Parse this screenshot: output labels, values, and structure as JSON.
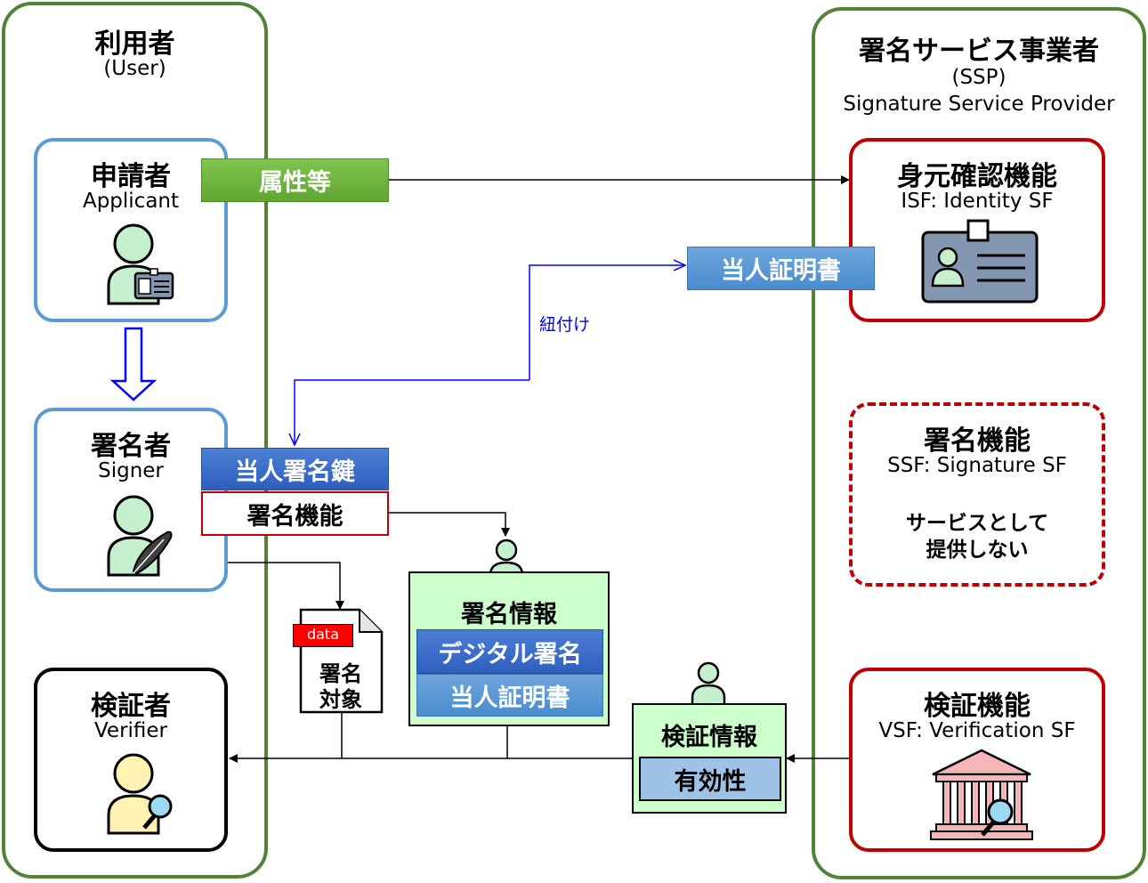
{
  "user_panel": {
    "title": "利用者",
    "subtitle": "(User)"
  },
  "ssp_panel": {
    "title": "署名サービス事業者",
    "subtitle1": "(SSP)",
    "subtitle2": "Signature Service Provider"
  },
  "applicant": {
    "title": "申請者",
    "subtitle": "Applicant"
  },
  "signer": {
    "title": "署名者",
    "subtitle": "Signer"
  },
  "verifier": {
    "title": "検証者",
    "subtitle": "Verifier"
  },
  "isf": {
    "title": "身元確認機能",
    "subtitle": "ISF: Identity SF"
  },
  "ssf": {
    "title": "署名機能",
    "subtitle": "SSF: Signature SF",
    "note1": "サービスとして",
    "note2": "提供しない"
  },
  "vsf": {
    "title": "検証機能",
    "subtitle": "VSF: Verification SF"
  },
  "labels": {
    "attributes": "属性等",
    "certificate": "当人証明書",
    "binding": "紐付け",
    "signing_key": "当人署名鍵",
    "signing_function": "署名機能"
  },
  "document": {
    "tag": "data",
    "line1": "署名",
    "line2": "対象"
  },
  "signature_info": {
    "title": "署名情報",
    "digital_signature": "デジタル署名",
    "certificate": "当人証明書"
  },
  "verification_info": {
    "title": "検証情報",
    "validity": "有効性"
  },
  "colors": {
    "panel_border": "#548235",
    "user_box_border": "#5b9bd5",
    "ssp_box_border": "#c00000",
    "person_fill": "#c6efce",
    "verifier_fill": "#fff2b3",
    "connector_blue": "#0000ff"
  }
}
